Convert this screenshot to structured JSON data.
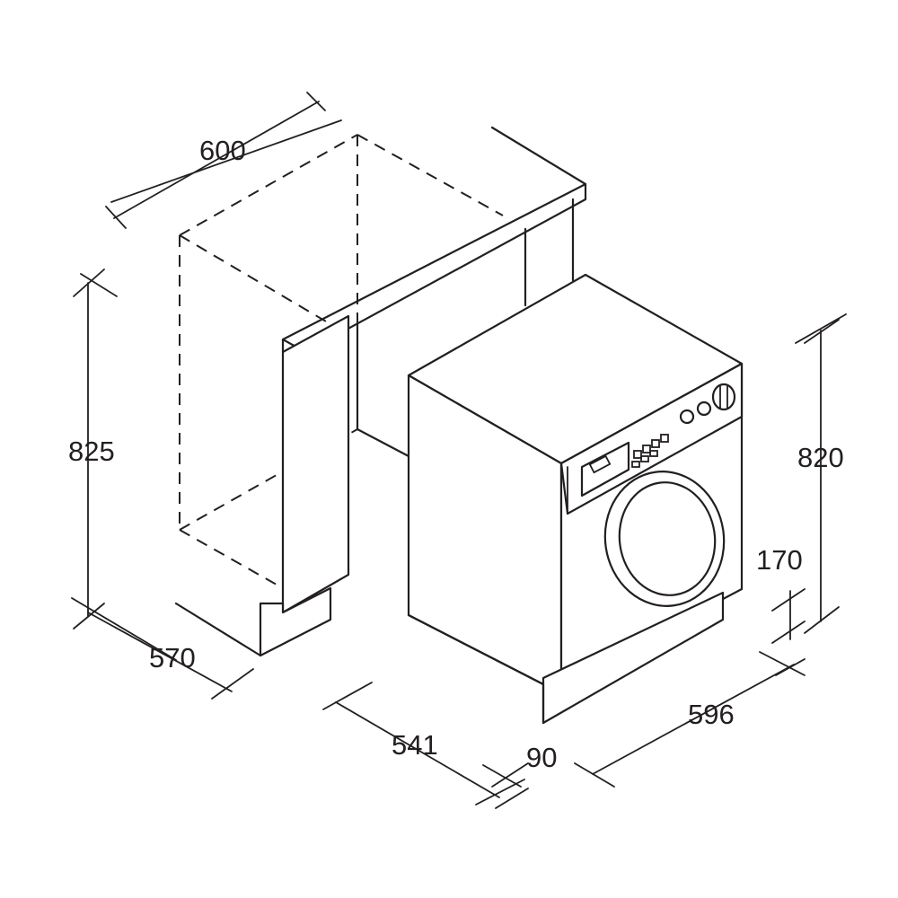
{
  "dimensions": {
    "cabinet_width": "600",
    "cabinet_height": "825",
    "cabinet_depth": "570",
    "machine_height": "820",
    "plinth_height": "170",
    "machine_depth": "541",
    "door_depth": "90",
    "machine_width": "596"
  },
  "colors": {
    "line": "#231f20",
    "background": "#ffffff"
  }
}
